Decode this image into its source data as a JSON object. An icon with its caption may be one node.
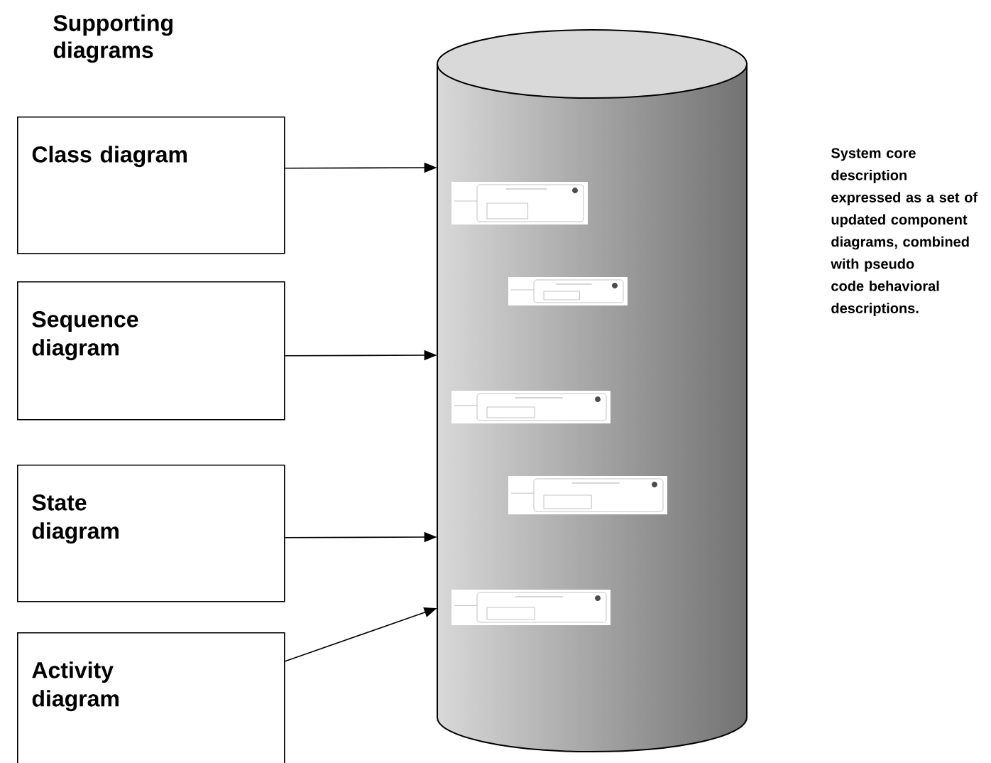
{
  "diagram": {
    "nodes": [
      {
        "text": [
          "Class diagram"
        ]
      },
      {
        "text": [
          "Sequence diagram"
        ]
      },
      {
        "text": [
          "State diagram"
        ]
      },
      {
        "text": [
          "Activity diagram"
        ]
      },
      {
        "text": [],
        "shape": "cylinder"
      }
    ],
    "edges": [
      {
        "from": 0,
        "to": 4,
        "arrow": "to"
      },
      {
        "from": 1,
        "to": 4,
        "arrow": "to"
      },
      {
        "from": 2,
        "to": 4,
        "arrow": "to"
      },
      {
        "from": 3,
        "to": 4,
        "arrow": "to"
      }
    ],
    "labels": [
      "Supporting diagrams",
      "System core description expressed as a set of updated component diagrams, combined with pseudo code behavioral descriptions."
    ]
  }
}
